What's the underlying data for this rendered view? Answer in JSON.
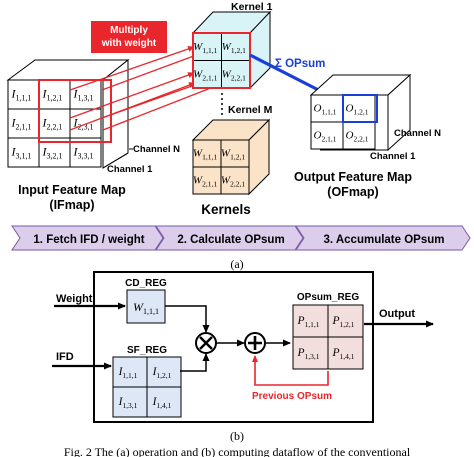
{
  "panel_a": {
    "multiply_label_line1": "Multiply",
    "multiply_label_line2": "with weight",
    "kernel_1_label": "Kernel 1",
    "kernel_m_label": "Kernel M",
    "opsum_label": "Σ OPsum",
    "channel_n_label": "Channel N",
    "channel_1_label_ifmap": "Channel 1",
    "channel_n_label_ofmap": "Channel N",
    "channel_1_label_ofmap": "Channel 1",
    "ifmap_title_line1": "Input Feature Map",
    "ifmap_title_line2": "(IFmap)",
    "kernels_title": "Kernels",
    "ofmap_title_line1": "Output Feature Map",
    "ofmap_title_line2": "(OFmap)",
    "ifmap_cells": [
      [
        "I",
        "1,1,1"
      ],
      [
        "I",
        "1,2,1"
      ],
      [
        "I",
        "1,3,1"
      ],
      [
        "I",
        "2,1,1"
      ],
      [
        "I",
        "2,2,1"
      ],
      [
        "I",
        "2,3,1"
      ],
      [
        "I",
        "3,1,1"
      ],
      [
        "I",
        "3,2,1"
      ],
      [
        "I",
        "3,3,1"
      ]
    ],
    "kernel1_cells": [
      [
        "W",
        "1,1,1"
      ],
      [
        "W",
        "1,2,1"
      ],
      [
        "W",
        "2,1,1"
      ],
      [
        "W",
        "2,2,1"
      ]
    ],
    "kernelm_cells": [
      [
        "W",
        "1,1,1"
      ],
      [
        "W",
        "1,2,1"
      ],
      [
        "W",
        "2,1,1"
      ],
      [
        "W",
        "2,2,1"
      ]
    ],
    "ofmap_cells": [
      [
        "O",
        "1,1,1"
      ],
      [
        "O",
        "1,2,1"
      ],
      [
        "O",
        "2,1,1"
      ],
      [
        "O",
        "2,2,1"
      ]
    ],
    "steps": [
      "1. Fetch IFD / weight",
      "2. Calculate OPsum",
      "3. Accumulate OPsum"
    ],
    "caption": "(a)"
  },
  "panel_b": {
    "weight_label": "Weight",
    "ifd_label": "IFD",
    "output_label": "Output",
    "cd_reg_label": "CD_REG",
    "sf_reg_label": "SF_REG",
    "opsum_reg_label": "OPsum_REG",
    "previous_opsum_label": "Previous OPsum",
    "cd_cell": [
      "W",
      "1,1,1"
    ],
    "sf_cells": [
      [
        "I",
        "1,1,1"
      ],
      [
        "I",
        "1,2,1"
      ],
      [
        "I",
        "1,3,1"
      ],
      [
        "I",
        "1,4,1"
      ]
    ],
    "opsum_cells": [
      [
        "P",
        "1,1,1"
      ],
      [
        "P",
        "1,2,1"
      ],
      [
        "P",
        "1,3,1"
      ],
      [
        "P",
        "1,4,1"
      ]
    ],
    "caption": "(b)"
  },
  "figure_caption": "Fig. 2 The (a) operation and (b) computing dataflow of the conventional",
  "colors": {
    "red": "#e8262b",
    "blue": "#1a3fd6",
    "kernel1_fill": "#d9f4f7",
    "kernelm_fill": "#fbe3c8",
    "sf_fill": "#dde7f6",
    "opsum_fill": "#f3dede",
    "step_fill": "#dccdea",
    "step_border": "#7a5aa6"
  }
}
